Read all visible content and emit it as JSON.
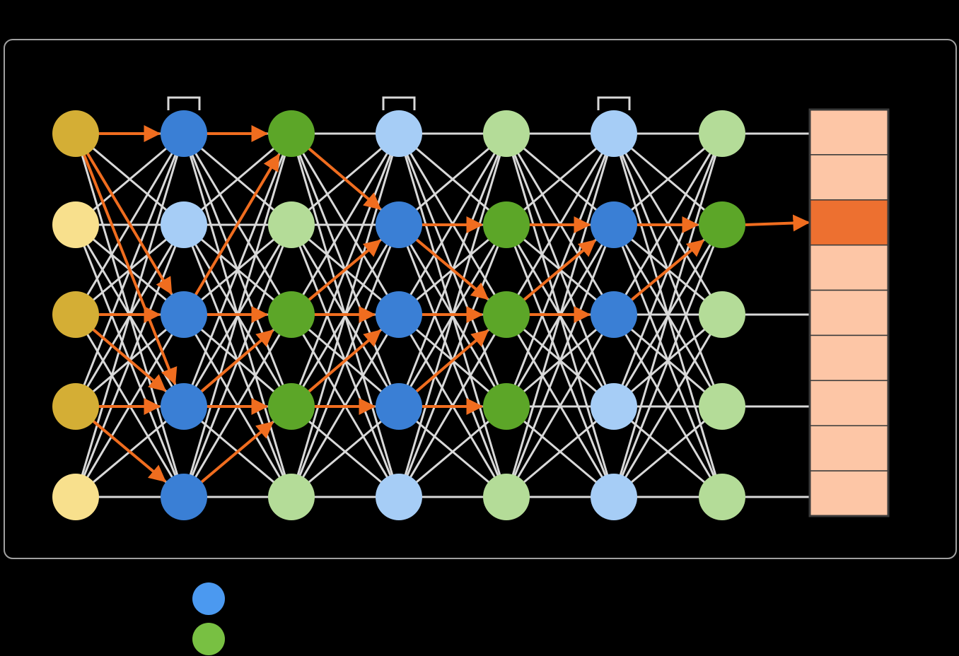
{
  "colors": {
    "background": "#000000",
    "frame_stroke": "#a0a0a0",
    "edge_gray": "#d9d9d9",
    "path_orange": "#f06d1f",
    "input_active": "#d4ae35",
    "input_inactive": "#f8e08d",
    "blue_active": "#3a7fd5",
    "blue_inactive": "#a6cdf6",
    "green_active": "#5ca628",
    "green_inactive": "#b4dc98",
    "output_cell": "#fdc6a6",
    "output_selected": "#ed7030",
    "output_border": "#3a3a3a",
    "legend_blue": "#4b99f0",
    "legend_green": "#78c042"
  },
  "network": {
    "layers": [
      {
        "kind": "input",
        "active": [
          0,
          2,
          3
        ]
      },
      {
        "kind": "blue",
        "active": [
          0,
          2,
          3,
          4
        ]
      },
      {
        "kind": "green",
        "active": [
          0,
          2,
          3
        ]
      },
      {
        "kind": "blue",
        "active": [
          1,
          2,
          3
        ]
      },
      {
        "kind": "green",
        "active": [
          1,
          2,
          3
        ]
      },
      {
        "kind": "blue",
        "active": [
          1,
          2
        ]
      },
      {
        "kind": "green",
        "active": [
          1
        ]
      }
    ],
    "active_paths": [
      [
        0,
        0,
        1,
        0
      ],
      [
        0,
        0,
        1,
        2
      ],
      [
        0,
        0,
        1,
        3
      ],
      [
        0,
        2,
        1,
        2
      ],
      [
        0,
        2,
        1,
        3
      ],
      [
        0,
        3,
        1,
        3
      ],
      [
        0,
        3,
        1,
        4
      ],
      [
        1,
        0,
        2,
        0
      ],
      [
        1,
        2,
        2,
        0
      ],
      [
        1,
        2,
        2,
        2
      ],
      [
        1,
        3,
        2,
        2
      ],
      [
        1,
        3,
        2,
        3
      ],
      [
        1,
        4,
        2,
        3
      ],
      [
        2,
        0,
        3,
        1
      ],
      [
        2,
        2,
        3,
        1
      ],
      [
        2,
        2,
        3,
        2
      ],
      [
        2,
        3,
        3,
        2
      ],
      [
        2,
        3,
        3,
        3
      ],
      [
        3,
        1,
        4,
        1
      ],
      [
        3,
        1,
        4,
        2
      ],
      [
        3,
        2,
        4,
        2
      ],
      [
        3,
        3,
        4,
        2
      ],
      [
        3,
        3,
        4,
        3
      ],
      [
        4,
        1,
        5,
        1
      ],
      [
        4,
        2,
        5,
        1
      ],
      [
        4,
        2,
        5,
        2
      ],
      [
        5,
        1,
        6,
        1
      ],
      [
        5,
        2,
        6,
        1
      ]
    ],
    "output_cells": 9,
    "output_selected": 2
  },
  "legend": [
    {
      "icon": "blue-node-icon",
      "color": "#4b99f0"
    },
    {
      "icon": "green-node-icon",
      "color": "#78c042"
    }
  ]
}
